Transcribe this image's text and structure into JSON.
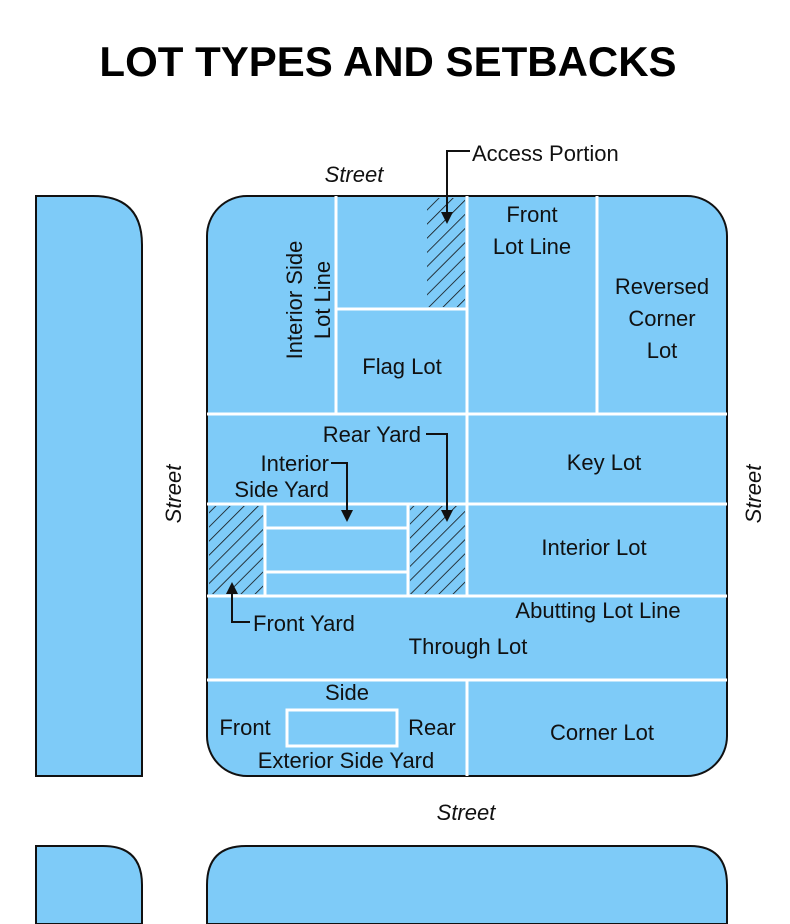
{
  "title": "LOT TYPES AND SETBACKS",
  "colors": {
    "lot_fill": "#7ecbf8",
    "outline": "#111111",
    "lot_line": "#ffffff",
    "hatch": "#111111"
  },
  "streets": {
    "top": "Street",
    "bottom": "Street",
    "left": "Street",
    "right": "Street"
  },
  "labels": {
    "access_portion": "Access Portion",
    "front_lot_line_1": "Front",
    "front_lot_line_2": "Lot Line",
    "interior_side_lot_line_1": "Interior Side",
    "interior_side_lot_line_2": "Lot Line",
    "flag_lot": "Flag Lot",
    "reversed_corner_lot_1": "Reversed",
    "reversed_corner_lot_2": "Corner",
    "reversed_corner_lot_3": "Lot",
    "rear_yard": "Rear Yard",
    "interior_side_yard_1": "Interior",
    "interior_side_yard_2": "Side Yard",
    "key_lot": "Key Lot",
    "interior_lot": "Interior Lot",
    "front_yard": "Front Yard",
    "abutting_lot_line": "Abutting Lot Line",
    "through_lot": "Through Lot",
    "side": "Side",
    "front": "Front",
    "rear": "Rear",
    "exterior_side_yard": "Exterior Side Yard",
    "corner_lot": "Corner Lot"
  }
}
